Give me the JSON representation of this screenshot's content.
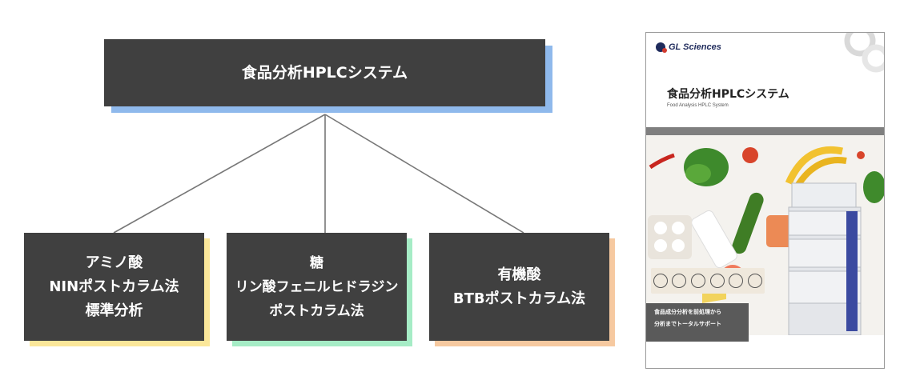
{
  "diagram": {
    "root": {
      "label": "食品分析HPLCシステム",
      "accent": "#8fb9ec"
    },
    "children": [
      {
        "lines": [
          "アミノ酸",
          "NINポストカラム法",
          "標準分析"
        ],
        "accent": "#fbe79a"
      },
      {
        "lines": [
          "糖",
          "リン酸フェニルヒドラジン",
          "ポストカラム法"
        ],
        "accent": "#a6ecc6"
      },
      {
        "lines": [
          "有機酸",
          "BTBポストカラム法"
        ],
        "accent": "#f6c9a0"
      }
    ],
    "connector_color": "#777777"
  },
  "brochure": {
    "logo": "GL Sciences",
    "title": "食品分析HPLCシステム",
    "subtitle": "Food Analysis HPLC System",
    "caption_line1": "食品成分分析を前処理から",
    "caption_line2": "分析までトータルサポート"
  }
}
